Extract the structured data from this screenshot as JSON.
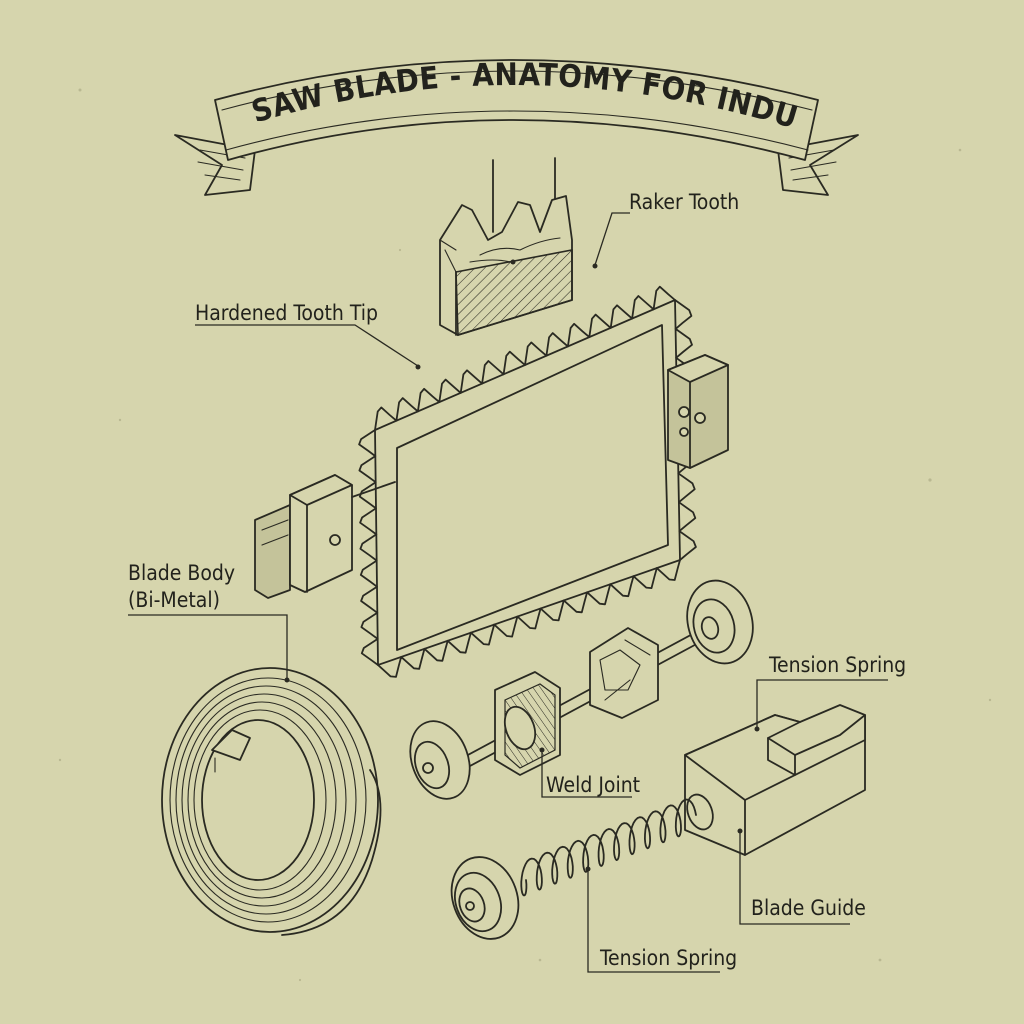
{
  "title": "BAND SAW BLADE - ANATOMY FOR INDUSTRY",
  "labels": {
    "raker_tooth": "Raker Tooth",
    "hardened_tooth_tip": "Hardened Tooth Tip",
    "blade_body_line1": "Blade Body",
    "blade_body_line2": "(Bi-Metal)",
    "tension_spring_top": "Tension Spring",
    "weld_joint": "Weld Joint",
    "blade_guide": "Blade Guide",
    "tension_spring_bottom": "Tension Spring"
  },
  "colors": {
    "paper": "#d6d5ad",
    "ink": "#2a2a22"
  }
}
